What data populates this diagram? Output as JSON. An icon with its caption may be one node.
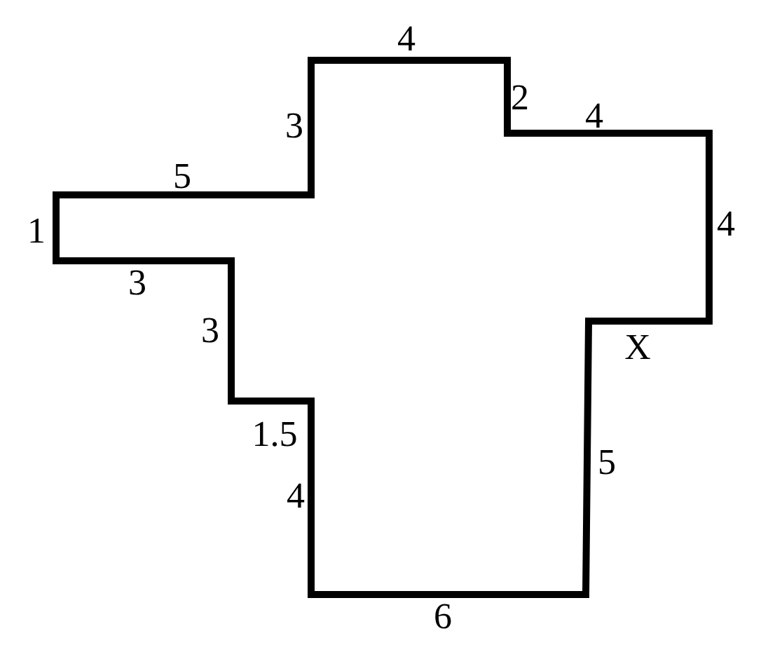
{
  "diagram": {
    "labels": [
      "4",
      "2",
      "4",
      "3",
      "5",
      "4",
      "1",
      "3",
      "3",
      "X",
      "1.5",
      "5",
      "4",
      "6"
    ]
  }
}
